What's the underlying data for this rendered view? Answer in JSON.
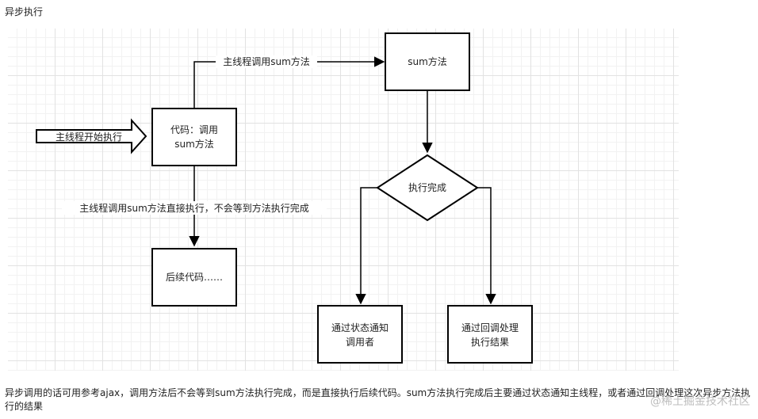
{
  "page": {
    "title": "异步执行",
    "caption": "异步调用的话可用参考ajax，调用方法后不会等到sum方法执行完成，而是直接执行后续代码。sum方法执行完成后主要通过状态通知主线程，或者通过回调处理这次异步方法执行的结果",
    "watermark": "@稀土掘金技术社区"
  },
  "diagram": {
    "start": "主线程开始执行",
    "code_box": [
      "代码：调用",
      "sum方法"
    ],
    "sum_box": "sum方法",
    "decision": "执行完成",
    "next_code": "后续代码……",
    "notify_box": [
      "通过状态通知",
      "调用者"
    ],
    "callback_box": [
      "通过回调处理",
      "执行结果"
    ],
    "edge_call": "主线程调用sum方法",
    "edge_direct": "主线程调用sum方法直接执行，不会等到方法执行完成"
  },
  "colors": {
    "stroke": "#000000",
    "text": "#222222",
    "grid": "#e2e2e2"
  }
}
